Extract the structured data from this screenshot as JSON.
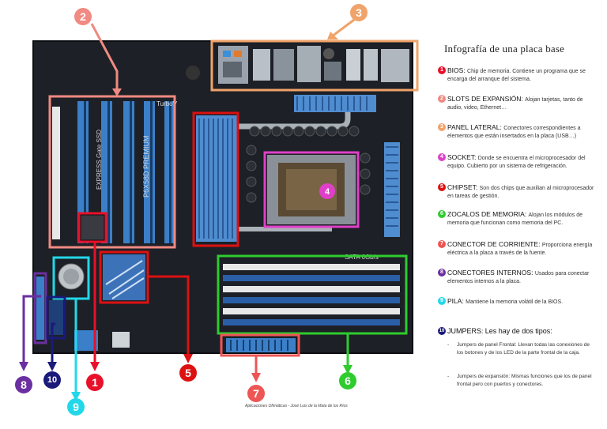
{
  "title": "Infografía de una placa base",
  "credit": "Aplicaciones Ofimáticas - José Luis de la Mata de los Ríos",
  "board_text": {
    "turbo": "TurboV",
    "p6x58d": "P6X58D PREMIUM",
    "express": "EXPRESS Gate SSD",
    "sata": "SATA 6Gb/s",
    "socket_marker": "4"
  },
  "colors": {
    "c1": "#e8102a",
    "c2": "#f08a82",
    "c3": "#f0a36a",
    "c4": "#e040c8",
    "c5": "#dd1111",
    "c6": "#2ecc2e",
    "c7": "#ee5555",
    "c8": "#6a2fa0",
    "c9": "#22d8e8",
    "c10": "#1a1a7a"
  },
  "callouts": {
    "n1": "1",
    "n2": "2",
    "n3": "3",
    "n5": "5",
    "n6": "6",
    "n7": "7",
    "n8": "8",
    "n9": "9",
    "n10": "10"
  },
  "legend": [
    {
      "num": "1",
      "name": "BIOS",
      "text": "Chip de memoria. Contiene un programa que se encarga del arranque del sistema."
    },
    {
      "num": "2",
      "name": "SLOTS DE EXPANSIÓN",
      "text": "Alojan tarjetas, tanto de audio, video, Ethernet…"
    },
    {
      "num": "3",
      "name": "PANEL LATERAL",
      "text": "Conectores correspondientes a elementos que están insertados en la placa (USB…)"
    },
    {
      "num": "4",
      "name": "SOCKET",
      "text": "Donde se encuentra el microprocesador del equipo. Cubierto por un sistema de refrigeración."
    },
    {
      "num": "5",
      "name": "CHIPSET",
      "text": "Son dos chips que auxilian al microprocesador en tareas de gestión."
    },
    {
      "num": "6",
      "name": "ZOCALOS DE MEMORIA",
      "text": "Alojan los módulos de memoria que funcionan como memoria del PC."
    },
    {
      "num": "7",
      "name": "CONECTOR DE CORRIENTE",
      "text": "Proporciona energía eléctrica a la placa a través de la fuente."
    },
    {
      "num": "8",
      "name": "CONECTORES INTERNOS",
      "text": "Usados para conectar elementos internos a la placa."
    },
    {
      "num": "9",
      "name": "PILA",
      "text": "Mantiene la memoria volátil de la BIOS."
    },
    {
      "num": "10",
      "name": "JUMPERS",
      "text": "Les hay de dos tipos:"
    }
  ],
  "jumpers": [
    {
      "dash": "-",
      "text": "Jumpers de panel Frontal: Llevan todas las conexiones de los botones y de los LED de la parte frontal de la caja."
    },
    {
      "dash": "-",
      "text": "Jumpers de expansión: Mismas funciones que los de panel frontal pero con puertos y conectores."
    }
  ]
}
